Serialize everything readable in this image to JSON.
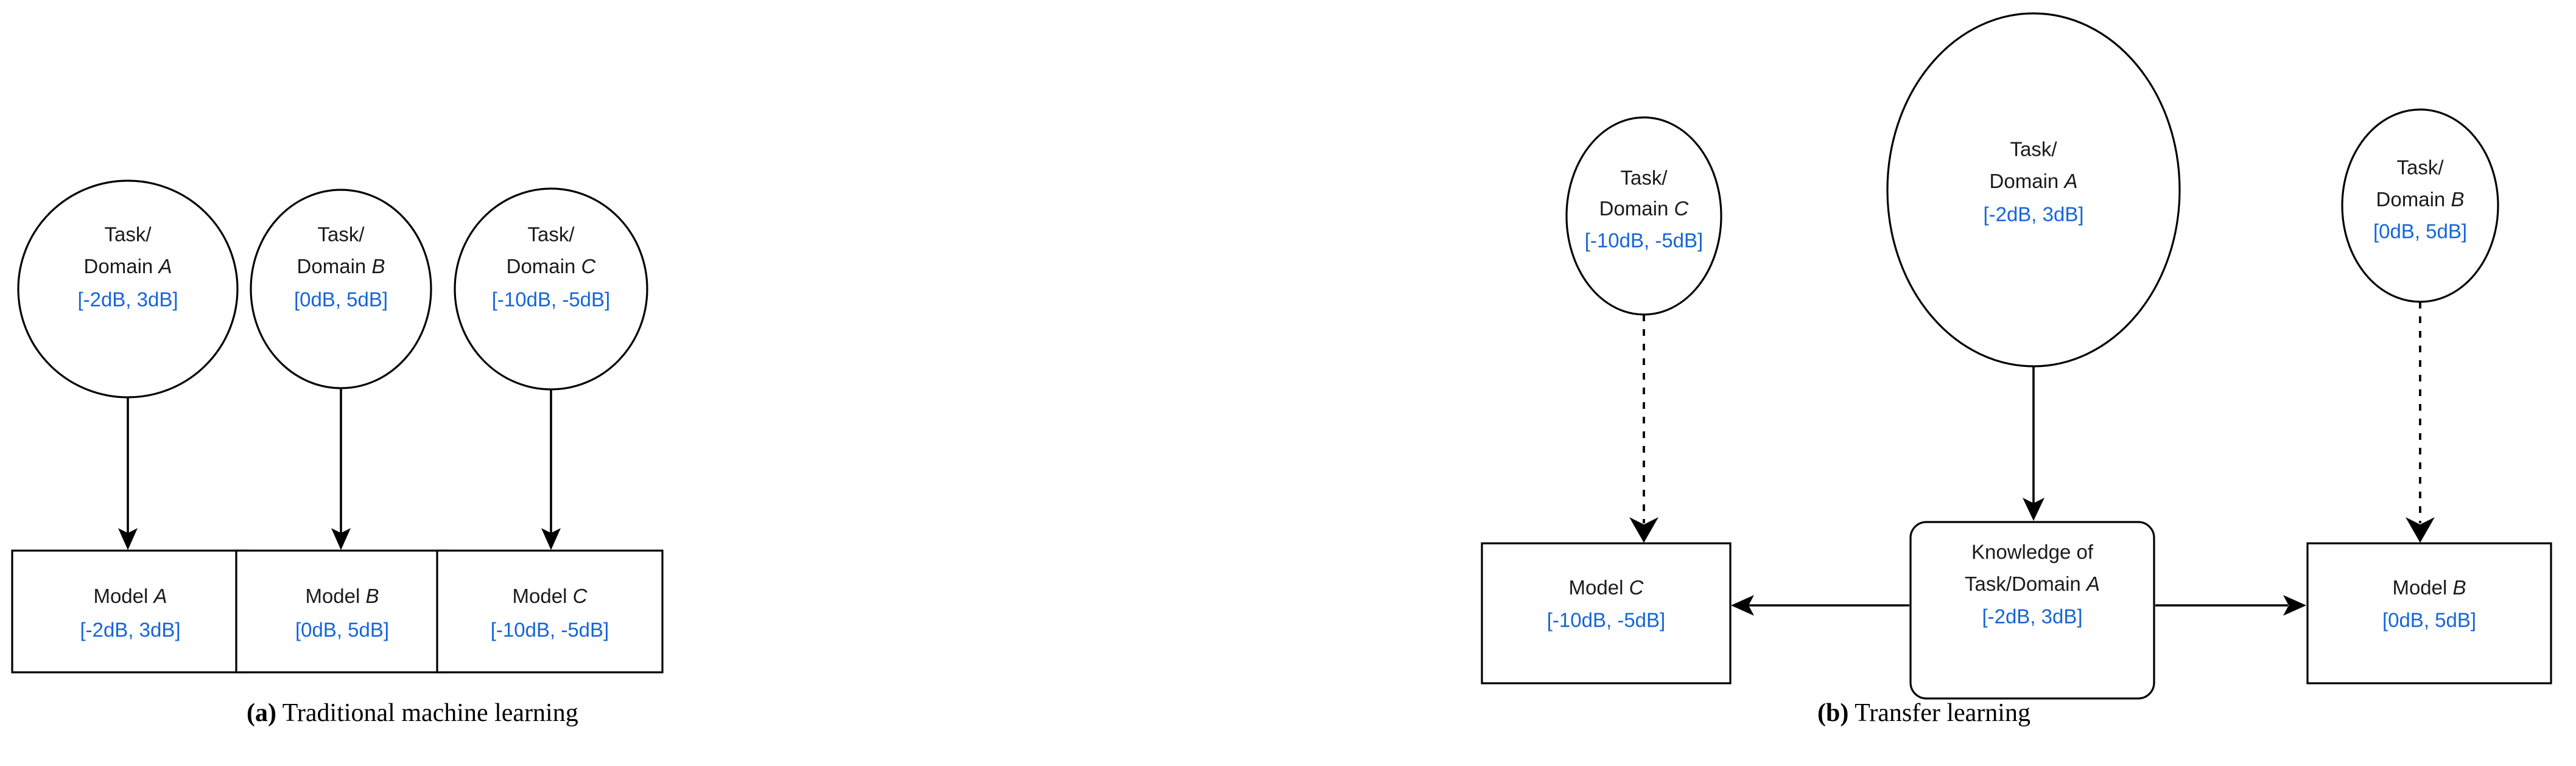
{
  "figure": {
    "accent_blue": "#1565d8",
    "stroke_color": "#000000",
    "background": "#ffffff"
  },
  "panel_a": {
    "caption_label": "(a)",
    "caption_text": " Traditional machine learning",
    "sources": [
      {
        "line1": "Task/",
        "line2_prefix": "Domain ",
        "line2_italic": "A",
        "db": "[-2dB, 3dB]"
      },
      {
        "line1": "Task/",
        "line2_prefix": "Domain ",
        "line2_italic": "B",
        "db": "[0dB, 5dB]"
      },
      {
        "line1": "Task/",
        "line2_prefix": "Domain ",
        "line2_italic": "C",
        "db": "[-10dB, -5dB]"
      }
    ],
    "models": [
      {
        "line1_prefix": "Model ",
        "line1_italic": "A",
        "db": "[-2dB, 3dB]"
      },
      {
        "line1_prefix": "Model ",
        "line1_italic": "B",
        "db": "[0dB, 5dB]"
      },
      {
        "line1_prefix": "Model ",
        "line1_italic": "C",
        "db": "[-10dB, -5dB]"
      }
    ],
    "edges": [
      {
        "kind": "solid",
        "from": "task-domain-a",
        "to": "model-a"
      },
      {
        "kind": "solid",
        "from": "task-domain-b",
        "to": "model-b"
      },
      {
        "kind": "solid",
        "from": "task-domain-c",
        "to": "model-c"
      }
    ]
  },
  "panel_b": {
    "caption_label": "(b)",
    "caption_text": " Transfer learning",
    "source_c": {
      "line1": "Task/",
      "line2_prefix": "Domain ",
      "line2_italic": "C",
      "db": "[-10dB, -5dB]"
    },
    "source_a": {
      "line1": "Task/",
      "line2_prefix": "Domain ",
      "line2_italic": "A",
      "db": "[-2dB, 3dB]"
    },
    "source_b": {
      "line1": "Task/",
      "line2_prefix": "Domain ",
      "line2_italic": "B",
      "db": "[0dB, 5dB]"
    },
    "knowledge": {
      "line1": "Knowledge of",
      "line2_prefix": "Task/Domain ",
      "line2_italic": "A",
      "db": "[-2dB, 3dB]"
    },
    "model_c": {
      "line1_prefix": "Model ",
      "line1_italic": "C",
      "db": "[-10dB, -5dB]"
    },
    "model_b": {
      "line1_prefix": "Model ",
      "line1_italic": "B",
      "db": "[0dB, 5dB]"
    },
    "edges": [
      {
        "kind": "dashed",
        "from": "task-domain-c",
        "to": "model-c"
      },
      {
        "kind": "solid",
        "from": "task-domain-a",
        "to": "knowledge-box"
      },
      {
        "kind": "dashed",
        "from": "task-domain-b",
        "to": "model-b"
      },
      {
        "kind": "solid",
        "from": "knowledge-box",
        "to": "model-c"
      },
      {
        "kind": "solid",
        "from": "knowledge-box",
        "to": "model-b"
      }
    ]
  }
}
